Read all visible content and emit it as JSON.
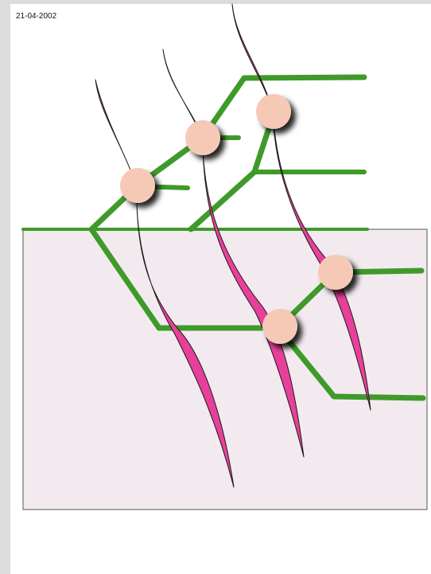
{
  "header": {
    "date": "21-04-2002"
  },
  "colors": {
    "background": "#dcdcdc",
    "page": "#ffffff",
    "panel": "#f3eaf0",
    "panel_border": "#555555",
    "stem": "#3f9a2a",
    "ribbon": "#e8409a",
    "node": "#f6c9b7"
  },
  "icons": {
    "nodes": "circle",
    "ribbons": "twisted-ribbon",
    "stems": "green-branch-line"
  }
}
